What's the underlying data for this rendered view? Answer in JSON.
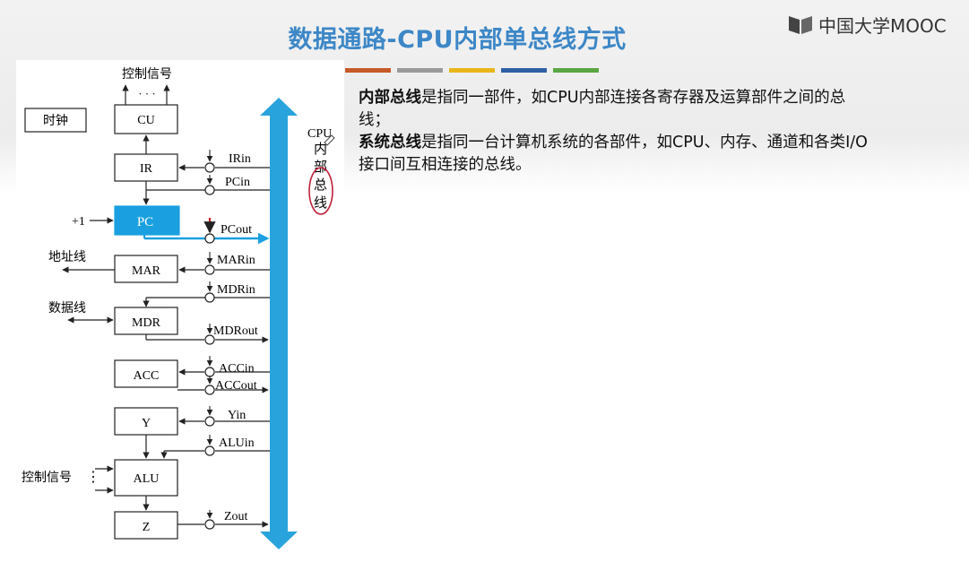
{
  "title": "数据通路-CPU内部单总线方式",
  "logo": {
    "text": "中国大学MOOC",
    "icon": "mooc-book-icon"
  },
  "color_bars": [
    "#c55a28",
    "#9a9a9a",
    "#e8b51a",
    "#2f5fa5",
    "#5aa642"
  ],
  "description": {
    "para1_term": "内部总线",
    "para1_text": "是指同一部件，如CPU内部连接各寄存器及运算部件之间的总线；",
    "para2_term": "系统总线",
    "para2_text": "是指同一台计算机系统的各部件，如CPU、内存、通道和各类I/O接口间互相连接的总线。"
  },
  "diagram": {
    "bus_label_top": "CPU",
    "bus_label_vertical": [
      "内",
      "部",
      "总",
      "线"
    ],
    "clock": "时钟",
    "control_signal_top": "控制信号",
    "dots": "· · ·",
    "address_line": "地址线",
    "data_line": "数据线",
    "control_signal_alu": "控制信号",
    "plus_one": "+1",
    "registers": {
      "cu": "CU",
      "ir": "IR",
      "pc": "PC",
      "mar": "MAR",
      "mdr": "MDR",
      "acc": "ACC",
      "y": "Y",
      "alu": "ALU",
      "z": "Z"
    },
    "signals": {
      "irin": "IRin",
      "pcin": "PCin",
      "pcout": "PCout",
      "marin": "MARin",
      "mdrin": "MDRin",
      "mdrout": "MDRout",
      "accin": "ACCin",
      "accout": "ACCout",
      "yin": "Yin",
      "aluin": "ALUin",
      "zout": "Zout"
    },
    "bus_color": "#29a3dc",
    "highlight_color": "#1aa0e0",
    "marker_color": "#cc1f1f"
  }
}
